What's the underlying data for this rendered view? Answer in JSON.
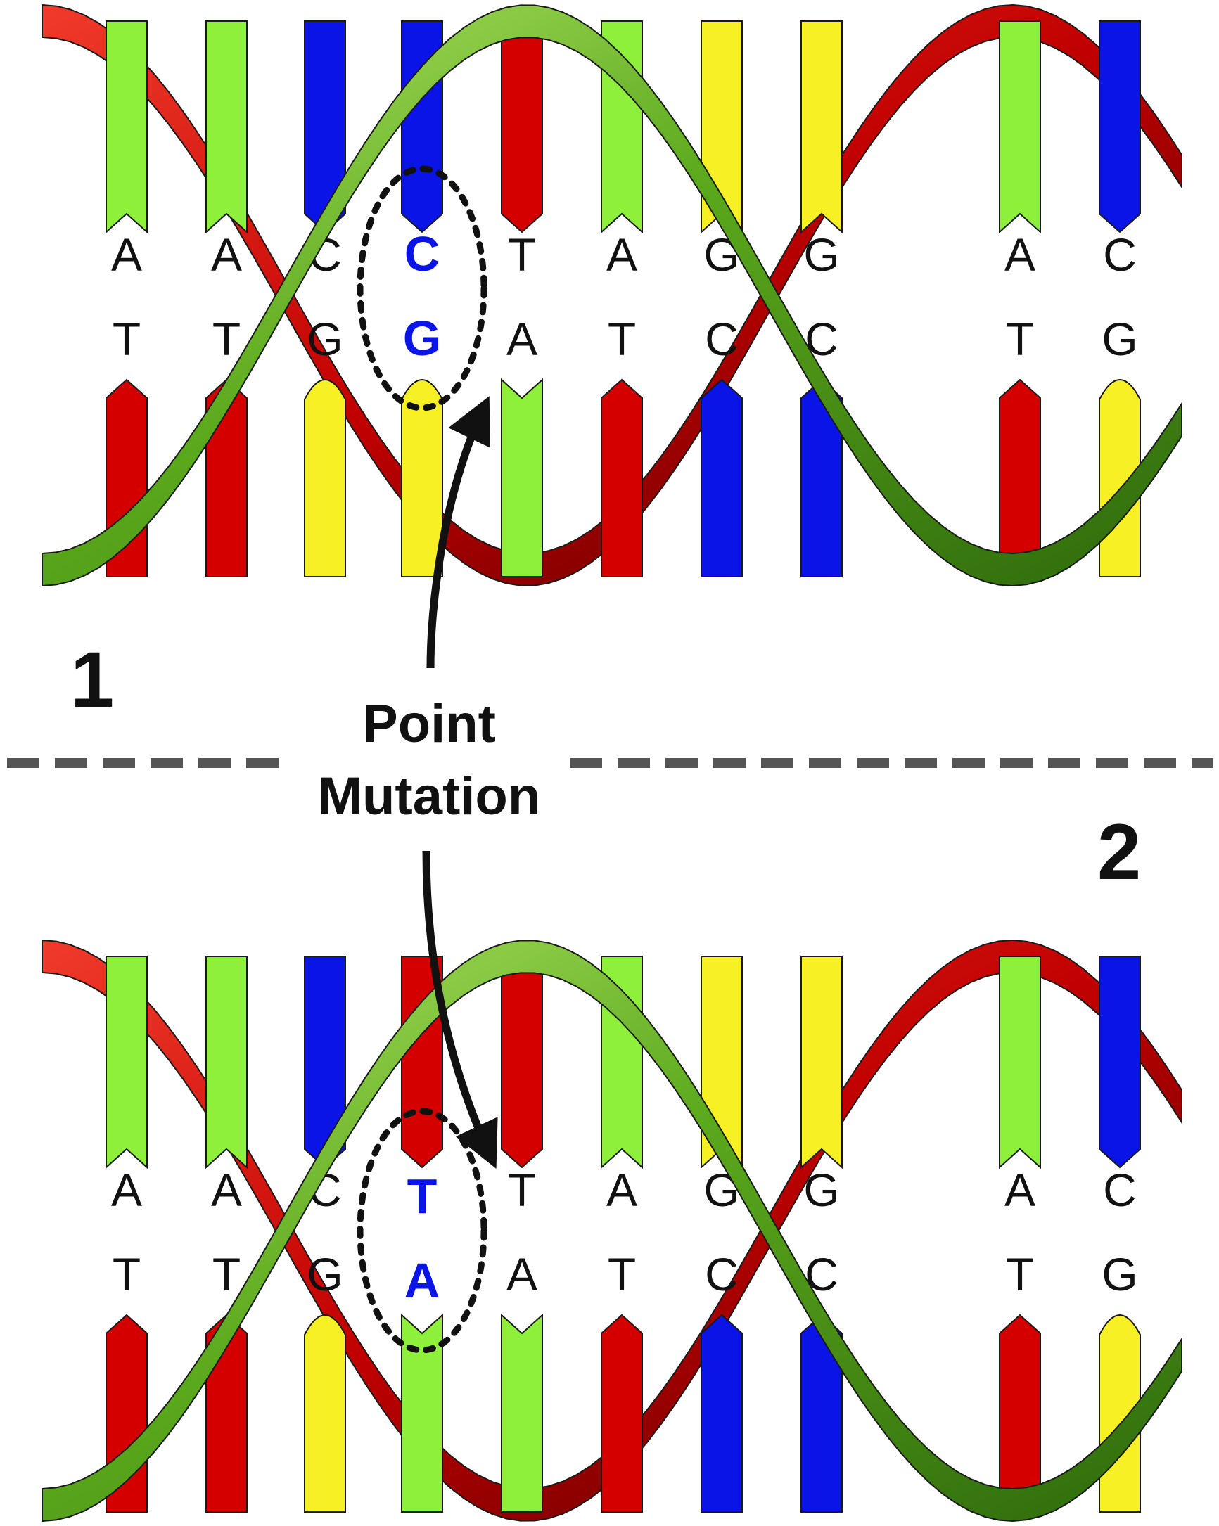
{
  "colors": {
    "A": "#8ff03c",
    "T": "#d40000",
    "C": "#0a14e6",
    "G": "#f6f024",
    "strand_green": "#4e9a18",
    "strand_red": "#c00000",
    "mutation_text": "#0a14e6",
    "outline": "#1a1a1a",
    "divider": "#555555"
  },
  "panels": [
    {
      "number": "1",
      "top_bases": [
        "A",
        "A",
        "C",
        "C",
        "T",
        "A",
        "G",
        "G",
        "A",
        "C"
      ],
      "bottom_bases": [
        "T",
        "T",
        "G",
        "G",
        "A",
        "T",
        "C",
        "C",
        "T",
        "G"
      ],
      "mutation": {
        "top": "C",
        "bottom": "G"
      }
    },
    {
      "number": "2",
      "top_bases": [
        "A",
        "A",
        "C",
        "T",
        "T",
        "A",
        "G",
        "G",
        "A",
        "C"
      ],
      "bottom_bases": [
        "T",
        "T",
        "G",
        "A",
        "A",
        "T",
        "C",
        "C",
        "T",
        "G"
      ],
      "mutation": {
        "top": "T",
        "bottom": "A"
      }
    }
  ],
  "callout": {
    "line1": "Point",
    "line2": "Mutation"
  }
}
